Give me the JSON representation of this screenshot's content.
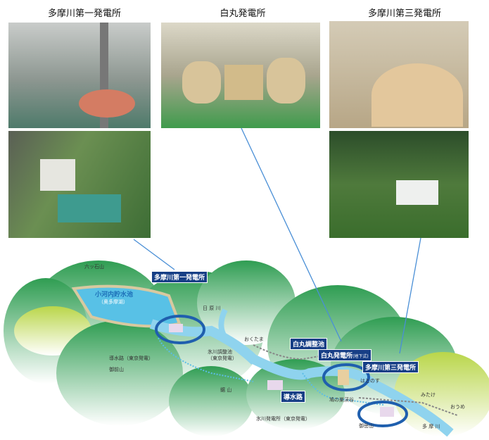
{
  "titles": {
    "left": "多摩川第一発電所",
    "center": "白丸発電所",
    "right": "多摩川第三発電所"
  },
  "map": {
    "mountain_rokkuishi": "六ッ石山",
    "reservoir": "小河内貯水池",
    "reservoir_alias": "（奥多摩湖）",
    "nippara_river": "日 原 川",
    "okutama": "おくたま",
    "hikawa_pond": "氷川調整池",
    "hikawa_pond_owner": "（東京発電）",
    "conduit_tokyo": "導水路（東京発電）",
    "mount_gozen": "御前山",
    "mount_nokogiri": "鋸 山",
    "hikawa_plant": "氷川発電所（東京発電）",
    "shiromaru_pond": "白丸調整池",
    "shiromaru_plant": "白丸発電所",
    "shiromaru_plant_type": "(地下式)",
    "conduit": "導水路",
    "tama1": "多摩川第一発電所",
    "tama3": "多摩川第三発電所",
    "hatonosu": "はとのす",
    "hatonosu_valley": "鳩の巣渓谷",
    "mount_mitake": "御岳山",
    "mitake": "みたけ",
    "oume": "おうめ",
    "tama_river": "多 摩 川"
  },
  "colors": {
    "label_box": "#173f86",
    "circle": "#1f5fae",
    "arrow": "#4a8fd6",
    "river": "#7dcbea",
    "mountain": "#3aa85a"
  }
}
